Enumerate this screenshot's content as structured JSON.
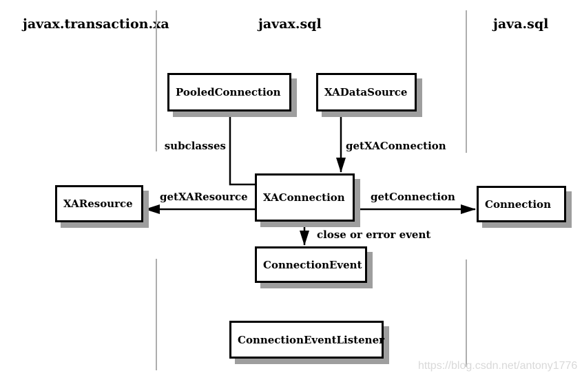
{
  "diagram": {
    "packages": [
      {
        "label": "javax.transaction.xa"
      },
      {
        "label": "javax.sql"
      },
      {
        "label": "java.sql"
      }
    ],
    "nodes": [
      {
        "id": "pooled-connection",
        "label": "PooledConnection"
      },
      {
        "id": "xa-data-source",
        "label": "XADataSource"
      },
      {
        "id": "xa-resource",
        "label": "XAResource"
      },
      {
        "id": "xa-connection",
        "label": "XAConnection"
      },
      {
        "id": "connection",
        "label": "Connection"
      },
      {
        "id": "connection-event",
        "label": "ConnectionEvent"
      },
      {
        "id": "connection-event-listener",
        "label": "ConnectionEventListener"
      }
    ],
    "edges": [
      {
        "label": "subclasses",
        "from": "PooledConnection",
        "to": "XAConnection",
        "arrowhead": false
      },
      {
        "label": "getXAConnection",
        "from": "XADataSource",
        "to": "XAConnection",
        "arrowhead": true
      },
      {
        "label": "getXAResource",
        "from": "XAConnection",
        "to": "XAResource",
        "arrowhead": true
      },
      {
        "label": "getConnection",
        "from": "XAConnection",
        "to": "Connection",
        "arrowhead": true
      },
      {
        "label": "close or error event",
        "from": "XAConnection",
        "to": "ConnectionEvent",
        "arrowhead": true
      }
    ],
    "colors": {
      "line": "#000000",
      "box_shadow": "#9e9e9e",
      "divider": "#adadad",
      "watermark": "#d9d9d9"
    },
    "watermark": "https://blog.csdn.net/antony1776"
  }
}
